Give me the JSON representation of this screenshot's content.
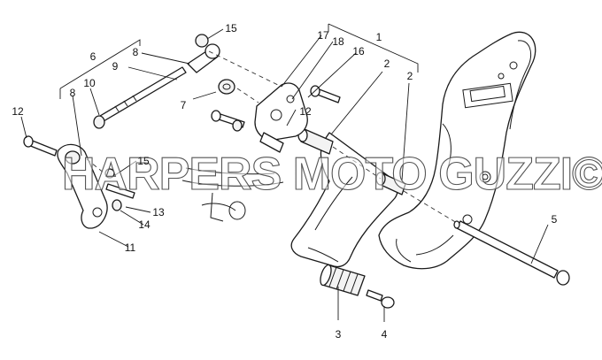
{
  "diagram": {
    "watermark": "HARPERS MOTO GUZZI©",
    "callouts": {
      "c1": "1",
      "c2a": "2",
      "c2b": "2",
      "c3": "3",
      "c4": "4",
      "c5": "5",
      "c6": "6",
      "c7": "7",
      "c8a": "8",
      "c8b": "8",
      "c9": "9",
      "c10": "10",
      "c11": "11",
      "c12a": "12",
      "c12b": "12",
      "c13": "13",
      "c14": "14",
      "c15a": "15",
      "c15b": "15",
      "c16": "16",
      "c17": "17",
      "c18": "18"
    }
  }
}
